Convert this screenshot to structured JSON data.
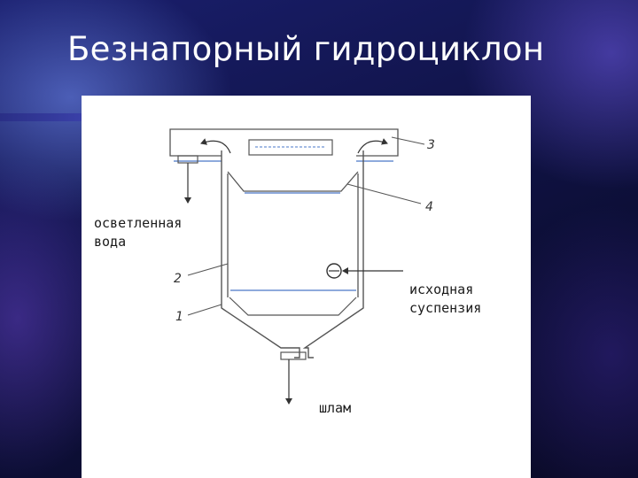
{
  "slide": {
    "title": "Безнапорный гидроциклон"
  },
  "diagram": {
    "labels": {
      "clarified_water_line1": "осветленная",
      "clarified_water_line2": "вода",
      "feed_suspension_line1": "исходная",
      "feed_suspension_line2": "суспензия",
      "sludge": "шлам"
    },
    "callouts": [
      "1",
      "2",
      "3",
      "4"
    ]
  },
  "colors": {
    "title_text": "#ffffff",
    "panel_background": "#ffffff",
    "line_gray": "#666666",
    "line_blue": "#4a78c8",
    "background_dark": "#0c0e35"
  }
}
